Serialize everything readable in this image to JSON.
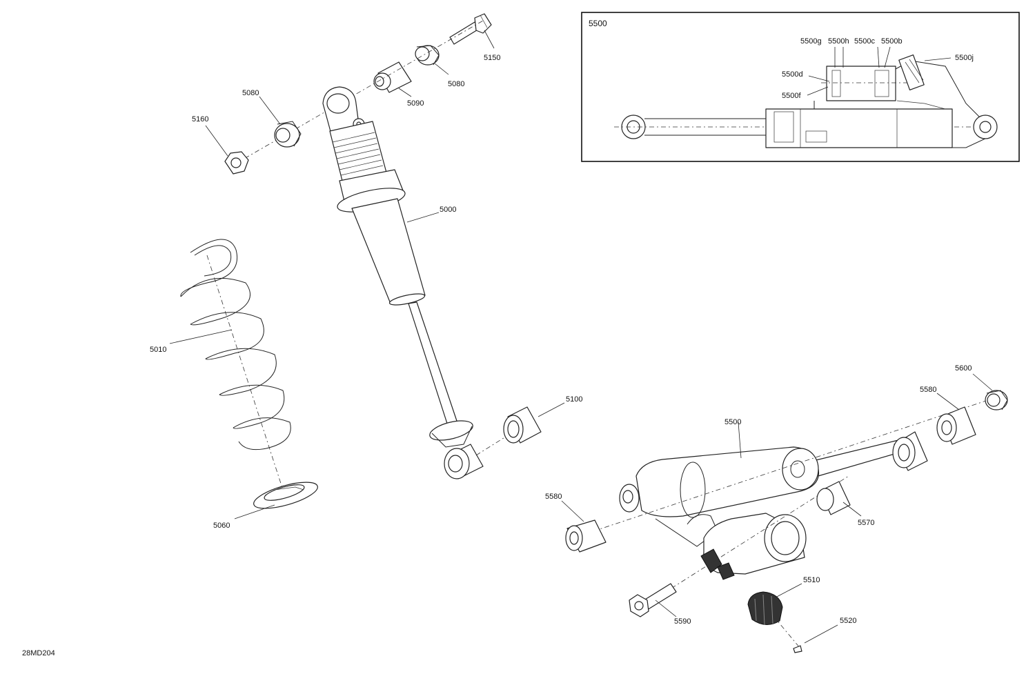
{
  "inset": {
    "title": "5500",
    "labels": {
      "g": "5500g",
      "h": "5500h",
      "c": "5500c",
      "b": "5500b",
      "j": "5500j",
      "d": "5500d",
      "f": "5500f"
    }
  },
  "parts": {
    "p5150": "5150",
    "p5080a": "5080",
    "p5090": "5090",
    "p5080b": "5080",
    "p5160": "5160",
    "p5000": "5000",
    "p5010": "5010",
    "p5060": "5060",
    "p5100": "5100",
    "p5500": "5500",
    "p5600": "5600",
    "p5580a": "5580",
    "p5580b": "5580",
    "p5570": "5570",
    "p5510": "5510",
    "p5590": "5590",
    "p5520": "5520"
  },
  "drawing_code": "28MD204"
}
